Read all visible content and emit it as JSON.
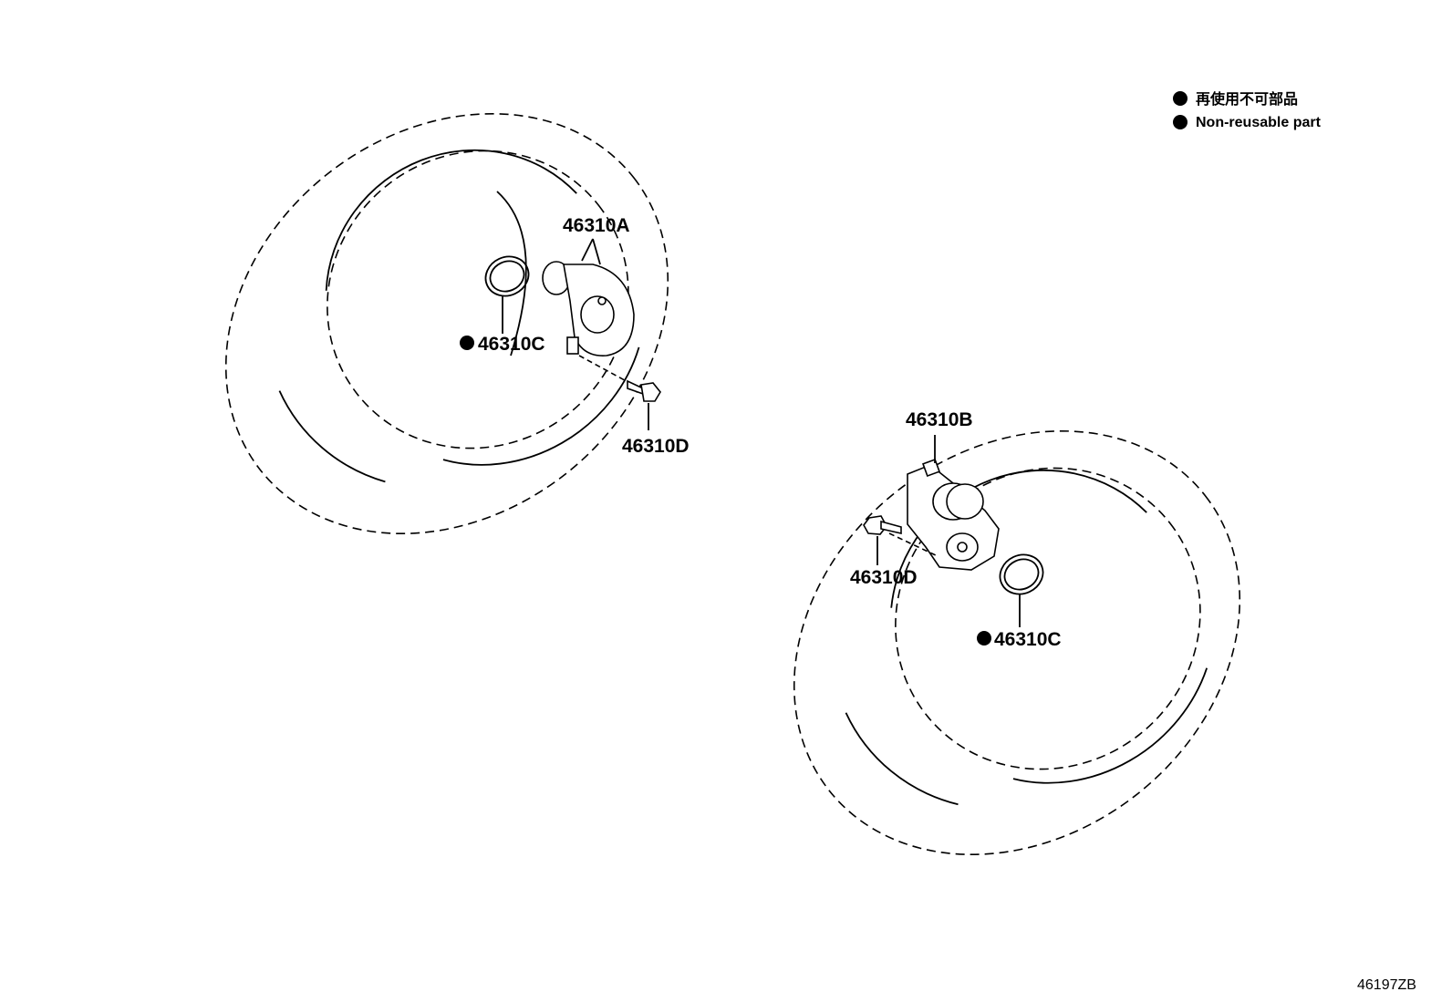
{
  "legend": {
    "items": [
      {
        "label": "再使用不可部品"
      },
      {
        "label": "Non-reusable part"
      }
    ]
  },
  "wheel_left": {
    "sensor_label": "46310A",
    "grommet_label": "46310C",
    "bolt_label": "46310D"
  },
  "wheel_right": {
    "sensor_label": "46310B",
    "grommet_label": "46310C",
    "bolt_label": "46310D"
  },
  "illustration_code": "46197ZB"
}
